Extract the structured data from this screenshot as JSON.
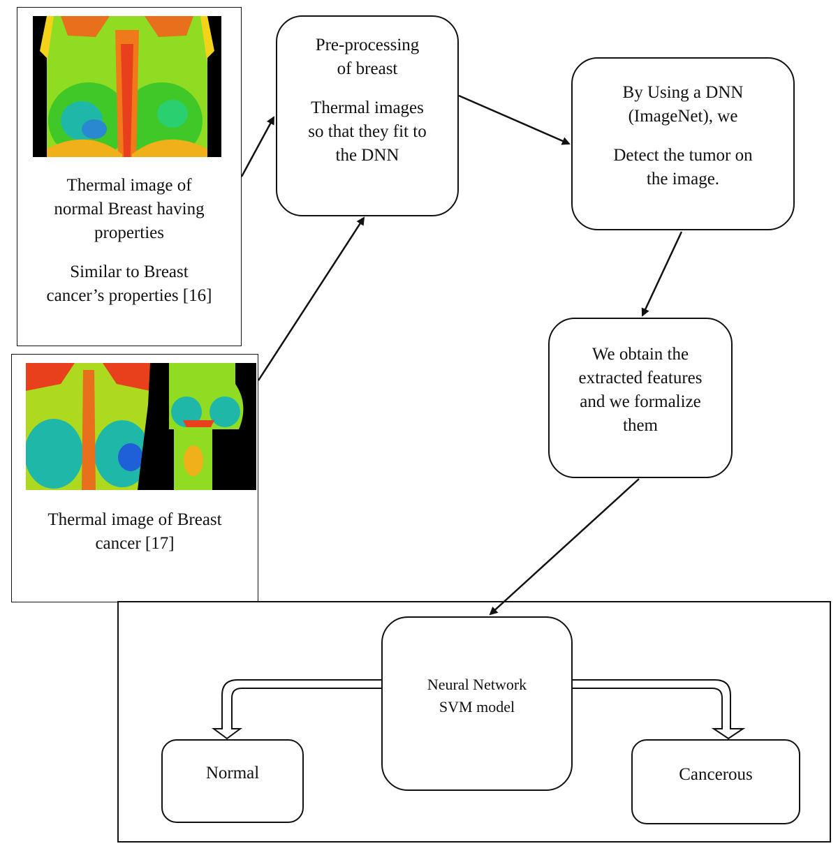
{
  "card_normal": {
    "line1": "Thermal image of",
    "line2": "normal Breast having",
    "line3": "properties",
    "line4": "Similar to Breast",
    "line5": "cancer’s properties [16]"
  },
  "card_cancer": {
    "line1": "Thermal image of Breast",
    "line2": "cancer [17]"
  },
  "preprocess": {
    "line1": "Pre-processing",
    "line2": "of breast",
    "line3": "Thermal images",
    "line4": "so that they fit to",
    "line5": "the DNN"
  },
  "dnn": {
    "line1": "By Using a DNN",
    "line2": "(ImageNet), we",
    "line3": "Detect the tumor on",
    "line4": "the image."
  },
  "features": {
    "line1": "We obtain the",
    "line2": "extracted features",
    "line3": "and we formalize",
    "line4": "them"
  },
  "model": {
    "line1": "Neural Network",
    "line2": "SVM model"
  },
  "outputs": {
    "normal": "Normal",
    "cancerous": "Cancerous"
  },
  "colors": {
    "stroke": "#111111",
    "thermal_hot": "#e8401c",
    "thermal_warm": "#f5d21a",
    "thermal_mid": "#4ccf2a",
    "thermal_cool": "#1fb8a8",
    "thermal_cold": "#1f5fd8",
    "background": "#000000"
  }
}
